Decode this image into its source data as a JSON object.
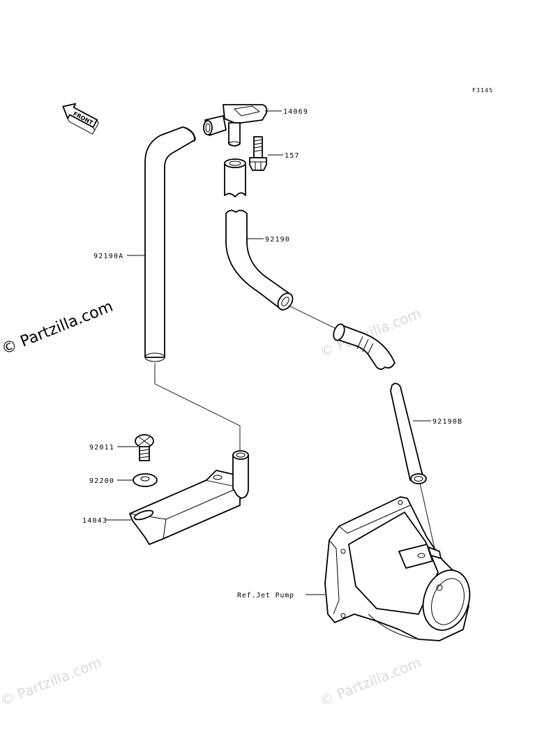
{
  "figure_code": "F3145",
  "front_label": "FRONT",
  "callouts": {
    "p14069": "14069",
    "p157": "157",
    "p92190": "92190",
    "p92190A": "92190A",
    "p92190B": "92190B",
    "p92011": "92011",
    "p92200": "92200",
    "p14043": "14043",
    "jet_pump": "Ref.Jet Pump"
  },
  "watermarks": {
    "main": "© Partzilla.com",
    "faint": "© Partzilla.com"
  }
}
